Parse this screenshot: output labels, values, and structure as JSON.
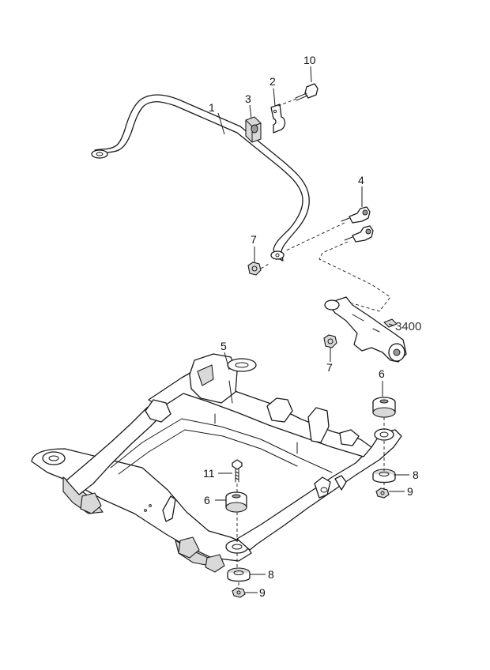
{
  "callouts": {
    "c1": "1",
    "c2": "2",
    "c3": "3",
    "c4": "4",
    "c5": "5",
    "c6a": "6",
    "c6b": "6",
    "c7a": "7",
    "c7b": "7",
    "c8a": "8",
    "c8b": "8",
    "c9a": "9",
    "c9b": "9",
    "c10": "10",
    "c11": "11",
    "ref3400": "3400"
  }
}
